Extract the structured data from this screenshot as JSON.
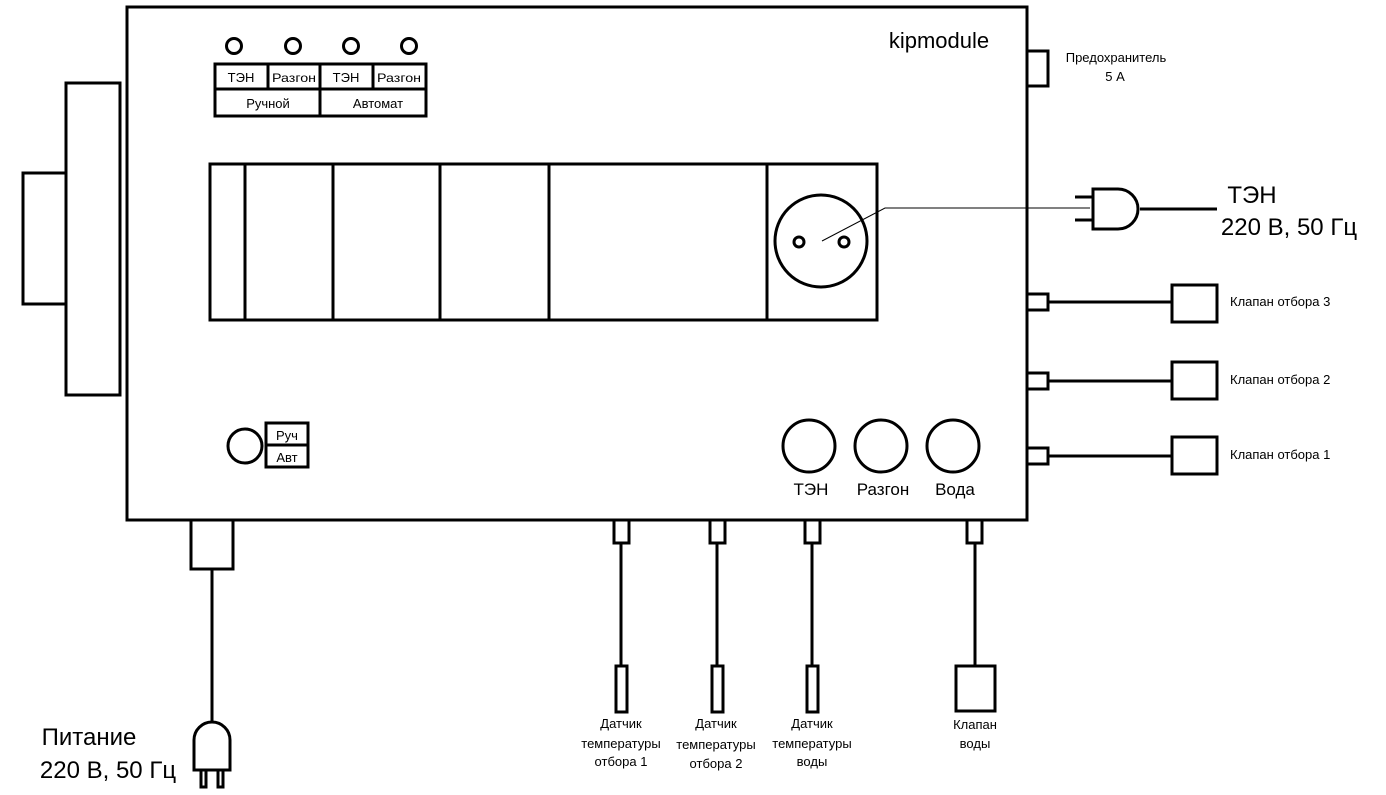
{
  "device": {
    "brand": "kipmodule",
    "indicators_table": {
      "cells_top": [
        "ТЭН",
        "Разгон",
        "ТЭН",
        "Разгон"
      ],
      "cells_bottom": [
        "Ручной",
        "Автомат"
      ]
    },
    "mode_switch": {
      "options": [
        "Руч",
        "Авт"
      ]
    },
    "buttons": [
      {
        "label": "ТЭН"
      },
      {
        "label": "Разгон"
      },
      {
        "label": "Вода"
      }
    ]
  },
  "fuse": {
    "line1": "Предохранитель",
    "line2": "5 А"
  },
  "heater_plug": {
    "line1": "ТЭН",
    "line2": "220 В, 50 Гц"
  },
  "valves_right": [
    {
      "label": "Клапан отбора 3"
    },
    {
      "label": "Клапан отбора 2"
    },
    {
      "label": "Клапан отбора 1"
    }
  ],
  "power_plug": {
    "line1": "Питание",
    "line2": "220 В, 50 Гц"
  },
  "sensors": [
    {
      "line1": "Датчик",
      "line2": "температуры",
      "line3": "отбора 1"
    },
    {
      "line1": "Датчик",
      "line2": "температуры",
      "line3": "отбора 2"
    },
    {
      "line1": "Датчик",
      "line2": "температуры",
      "line3": "воды"
    }
  ],
  "water_valve": {
    "line1": "Клапан",
    "line2": "воды"
  }
}
